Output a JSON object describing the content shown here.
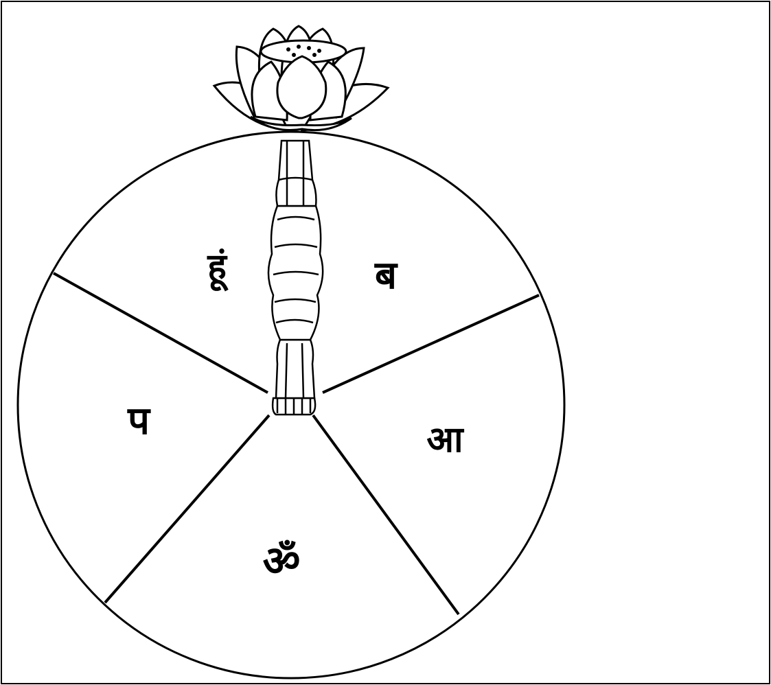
{
  "diagram": {
    "type": "five-sector wheel with lotus stem",
    "sector_count": 5,
    "colors": {
      "ink": "#000000",
      "paper": "#ffffff"
    },
    "sectors": [
      {
        "position": "upper-left",
        "syllable": "हूं"
      },
      {
        "position": "upper-right",
        "syllable": "ब"
      },
      {
        "position": "right",
        "syllable": "आ"
      },
      {
        "position": "bottom",
        "syllable": "ॐ"
      },
      {
        "position": "left",
        "syllable": "प"
      }
    ],
    "center_ornament": "lotus-flower-icon"
  }
}
